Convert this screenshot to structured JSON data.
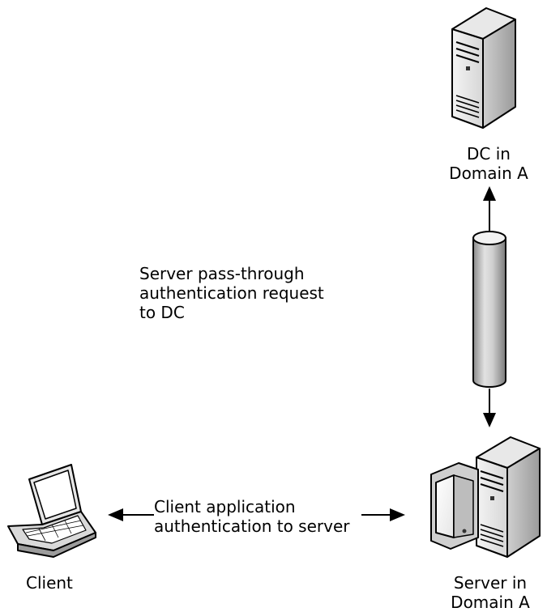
{
  "diagram": {
    "nodes": {
      "dc": {
        "label_line1": "DC in",
        "label_line2": "Domain A",
        "icon": "tower-server-icon"
      },
      "server": {
        "label_line1": "Server in",
        "label_line2": "Domain A",
        "icon": "server-with-monitor-icon"
      },
      "client": {
        "label": "Client",
        "icon": "laptop-icon"
      }
    },
    "edges": {
      "server_to_dc": {
        "label_line1": "Server pass-through",
        "label_line2": "authentication request",
        "label_line3": "to DC",
        "connector": "secure-channel-pipe-icon"
      },
      "client_to_server": {
        "label_line1": "Client application",
        "label_line2": "authentication to server"
      }
    }
  }
}
